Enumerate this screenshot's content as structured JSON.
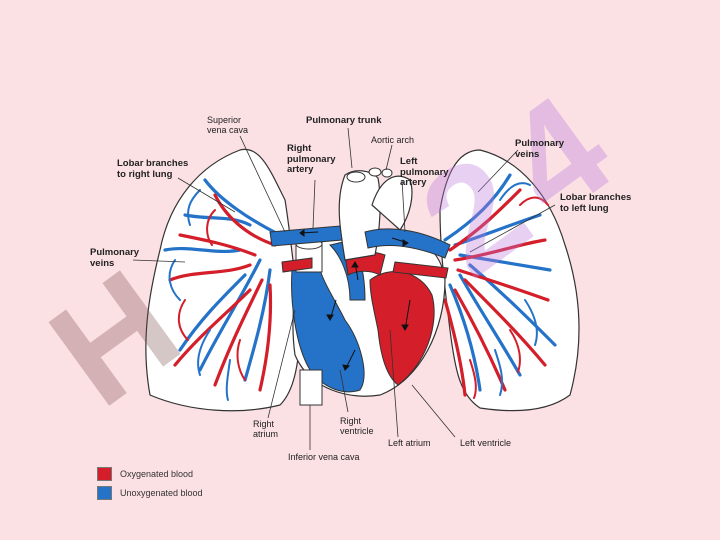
{
  "colors": {
    "background": "#fbe0e4",
    "oxygenated": "#d41e2a",
    "unoxygenated": "#2473c9",
    "outline": "#333333"
  },
  "watermark": {
    "left": "H",
    "right": "24"
  },
  "labels": {
    "superior_vena_cava": "Superior\nvena cava",
    "pulmonary_trunk": "Pulmonary trunk",
    "aortic_arch": "Aortic arch",
    "pulmonary_veins_right": "Pulmonary\nveins",
    "lobar_branches_right": "Lobar branches\nto right lung",
    "right_pulmonary_artery": "Right\npulmonary\nartery",
    "left_pulmonary_artery": "Left\npulmonary\nartery",
    "lobar_branches_left": "Lobar branches\nto left lung",
    "pulmonary_veins_left": "Pulmonary\nveins",
    "right_atrium": "Right\natrium",
    "right_ventricle": "Right\nventricle",
    "left_atrium": "Left atrium",
    "left_ventricle": "Left ventricle",
    "inferior_vena_cava": "Inferior vena cava"
  },
  "legend": {
    "oxygenated": "Oxygenated blood",
    "unoxygenated": "Unoxygenated blood"
  }
}
